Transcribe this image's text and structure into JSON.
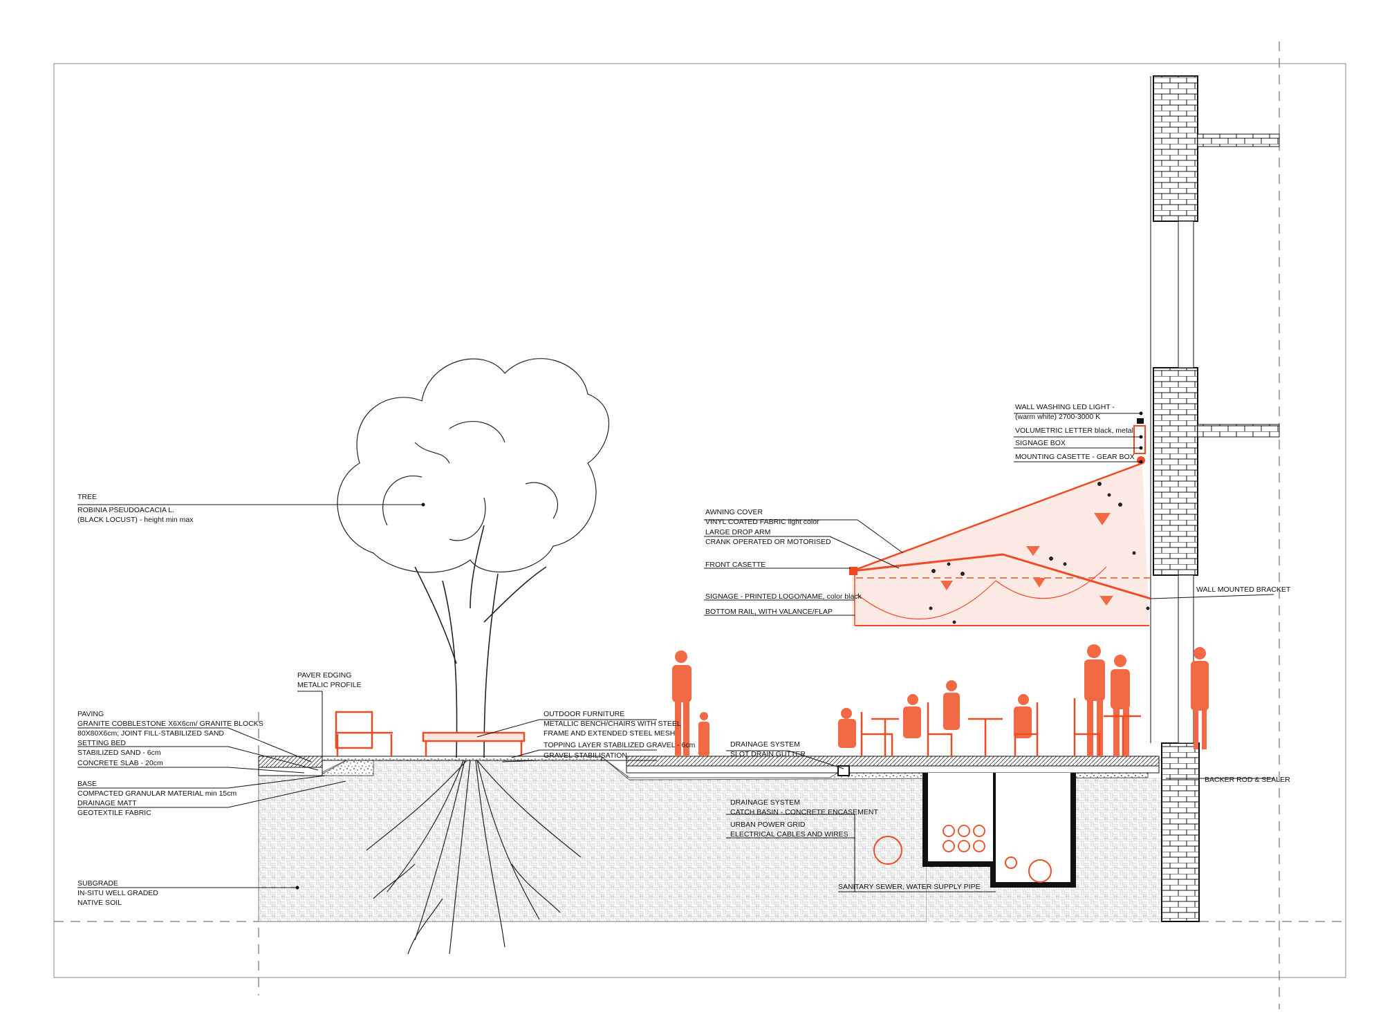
{
  "colors": {
    "accent": "#f26a45",
    "accent_line": "#f04a24",
    "awning_fill": "#fde6df",
    "ink": "#111111",
    "soil": "#d9d9d9"
  },
  "labels": {
    "tree": [
      "TREE",
      "ROBINIA PSEUDOACACIA L.",
      "(BLACK LOCUST) - height min max"
    ],
    "paver_edging": [
      "PAVER EDGING",
      "METALIC PROFILE"
    ],
    "paving": [
      "PAVING",
      "GRANITE COBBLESTONE X6X6cm/ GRANITE BLOCKS",
      "80X80X6cm; JOINT FILL-STABILIZED SAND",
      "SETTING BED",
      "STABILIZED SAND - 6cm"
    ],
    "concrete_slab": [
      "CONCRETE SLAB - 20cm"
    ],
    "base": [
      "BASE",
      "COMPACTED GRANULAR MATERIAL min 15cm"
    ],
    "drainage_matt": [
      "DRAINAGE MATT",
      "GEOTEXTILE FABRIC"
    ],
    "subgrade": [
      "SUBGRADE",
      "IN-SITU WELL GRADED",
      "NATIVE SOIL"
    ],
    "outdoor_furniture": [
      "OUTDOOR FURNITURE",
      "METALLIC BENCH/CHAIRS WITH STEEL",
      "FRAME AND EXTENDED STEEL MESH"
    ],
    "topping_layer": [
      "TOPPING LAYER STABILIZED GRAVEL - 6cm"
    ],
    "gravel_stab": [
      "GRAVEL STABILISATION"
    ],
    "drainage_slot": [
      "DRAINAGE SYSTEM",
      "SLOT DRAIN GUTTER"
    ],
    "drainage_catch": [
      "DRAINAGE SYSTEM",
      "CATCH BASIN - CONCRETE ENCASEMENT"
    ],
    "power_grid": [
      "URBAN POWER GRID",
      "ELECTRICAL CABLES AND WIRES"
    ],
    "sewer": [
      "SANITARY SEWER, WATER SUPPLY PIPE"
    ],
    "awning_cover": [
      "AWNING COVER",
      "VINYL COATED FABRIC light color"
    ],
    "drop_arm": [
      "LARGE DROP ARM",
      "CRANK OPERATED OR MOTORISED"
    ],
    "front_casette": [
      "FRONT CASETTE"
    ],
    "signage": [
      "SIGNAGE - PRINTED LOGO/NAME, color black"
    ],
    "bottom_rail": [
      "BOTTOM RAIL, WITH VALANCE/FLAP"
    ],
    "wall_light": [
      "WALL WASHING LED LIGHT -",
      "(warm white) 2700-3000 K"
    ],
    "vol_letter": [
      "VOLUMETRIC LETTER black, metal"
    ],
    "signage_box": [
      "SIGNAGE BOX"
    ],
    "mounting_casette": [
      "MOUNTING CASETTE - GEAR BOX"
    ],
    "wall_bracket": [
      "WALL MOUNTED BRACKET"
    ],
    "backer_rod": [
      "BACKER ROD & SEALER"
    ]
  }
}
